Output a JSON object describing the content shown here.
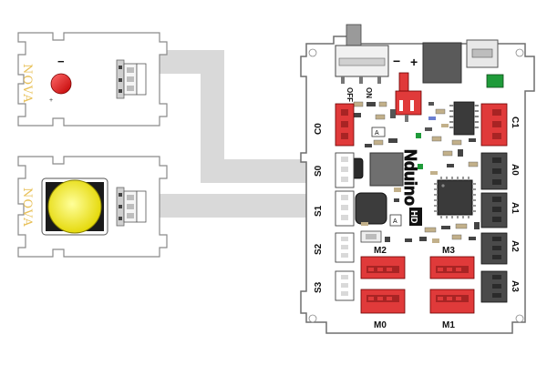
{
  "board": {
    "logo": "Nduino",
    "hd_badge": "HD",
    "power_switch": {
      "off_label": "OFF",
      "on_label": "ON"
    },
    "battery_terminal": {
      "minus": "−",
      "plus": "+"
    },
    "ports": {
      "c0": "C0",
      "c1": "C1",
      "s0": "S0",
      "s1": "S1",
      "s2": "S2",
      "s3": "S3",
      "a0": "A0",
      "a1": "A1",
      "a2": "A2",
      "a3": "A3",
      "m0": "M0",
      "m1": "M1",
      "m2": "M2",
      "m3": "M3"
    },
    "chip_marks": {
      "a_top": "A",
      "a_bottom": "A"
    }
  },
  "modules": {
    "led_module": {
      "brand": "NOVA",
      "minus": "−",
      "plus": "+"
    },
    "button_module": {
      "brand": "NOVA"
    }
  },
  "colors": {
    "port_red": "#e03a3a",
    "port_gray": "#4a4a4a",
    "cable": "#d9d9d9",
    "led": "#e21c1c",
    "button": "#f4ea1c",
    "brand_gold": "#e8c15a"
  }
}
